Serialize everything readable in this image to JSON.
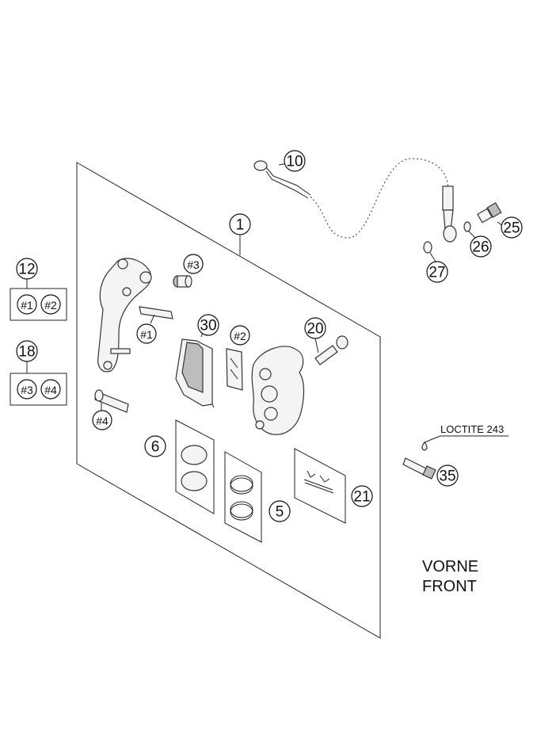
{
  "callouts": {
    "c1": "1",
    "c10": "10",
    "c25": "25",
    "c26": "26",
    "c27": "27",
    "c12": "12",
    "c18": "18",
    "c30": "30",
    "c20": "20",
    "c6": "6",
    "c5": "5",
    "c21": "21",
    "c35": "35",
    "h3_top": "#3",
    "h1_plate": "#1",
    "h2_spring": "#2",
    "h4_pin": "#4",
    "box12_a": "#1",
    "box12_b": "#2",
    "box18_a": "#3",
    "box18_b": "#4"
  },
  "labels": {
    "loctite": "LOCTITE 243",
    "vorne": "VORNE",
    "front": "FRONT"
  }
}
